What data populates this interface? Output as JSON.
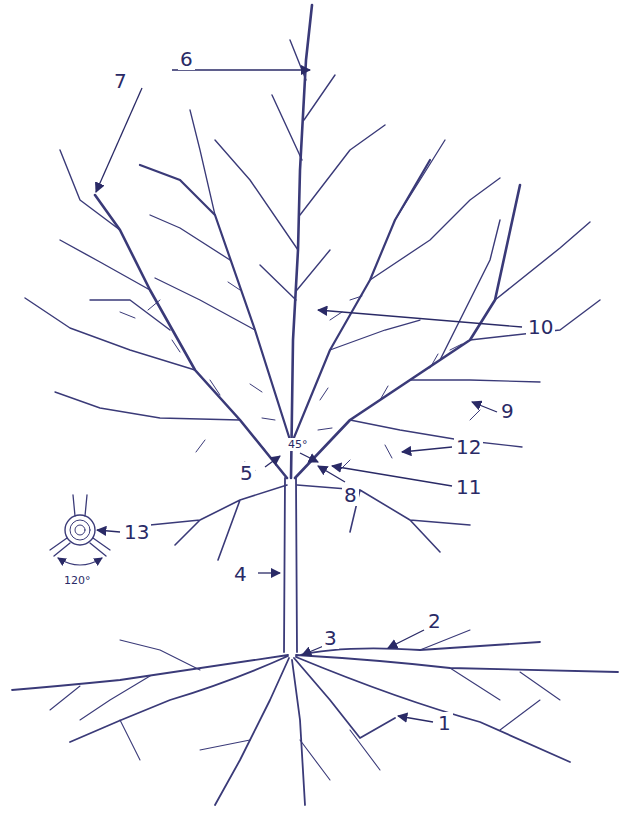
{
  "diagram": {
    "labels": [
      "6",
      "7",
      "10",
      "9",
      "12",
      "5",
      "11",
      "8",
      "4",
      "13",
      "3",
      "2",
      "1",
      "120°",
      "45°"
    ]
  }
}
